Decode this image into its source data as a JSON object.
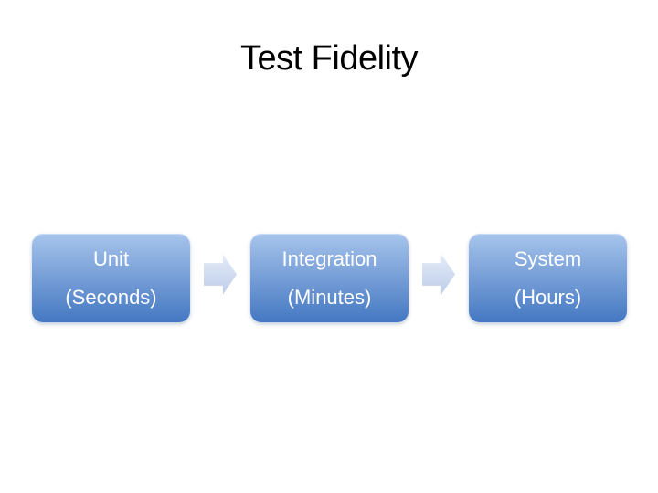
{
  "slide": {
    "title": "Test Fidelity"
  },
  "process": {
    "steps": [
      {
        "label": "Unit",
        "duration": "(Seconds)"
      },
      {
        "label": "Integration",
        "duration": "(Minutes)"
      },
      {
        "label": "System",
        "duration": "(Hours)"
      }
    ]
  },
  "colors": {
    "background": "#ffffff",
    "title-color": "#000000",
    "box-top": "#a7c4ec",
    "box-bottom": "#4478c2",
    "box-text": "#ffffff",
    "arrow-top": "#e4ebf7",
    "arrow-bottom": "#bccce9"
  }
}
